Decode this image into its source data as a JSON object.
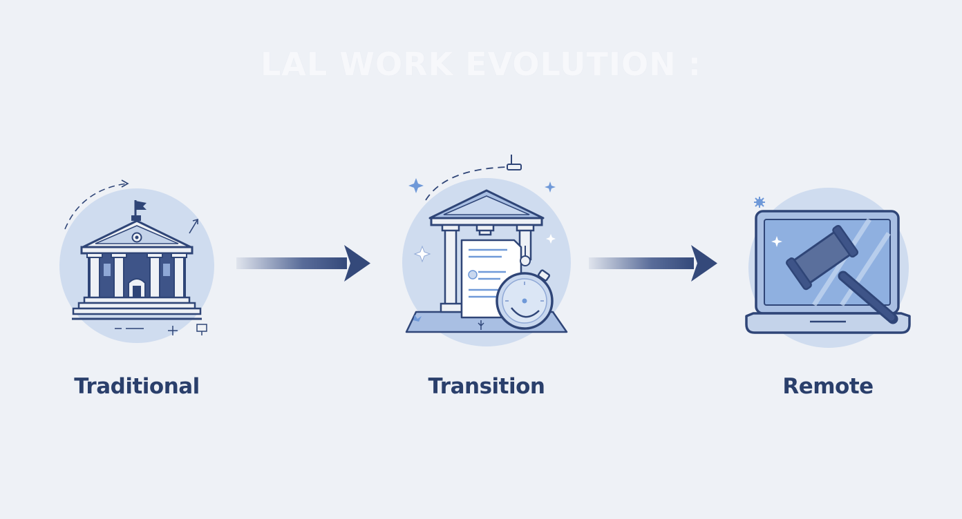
{
  "diagram": {
    "title": "LAL WORK EVOLUTION :",
    "stages": [
      {
        "label": "Traditional",
        "icon": "courthouse-icon"
      },
      {
        "label": "Transition",
        "icon": "courthouse-document-stopwatch-icon"
      },
      {
        "label": "Remote",
        "icon": "laptop-gavel-icon"
      }
    ],
    "connectors": [
      "arrow-right-icon",
      "arrow-right-icon"
    ],
    "colors": {
      "background": "#eef1f6",
      "circle": "#cfdcef",
      "outline": "#2f4577",
      "fill_light": "#a9bfe3",
      "fill_dark": "#3e5488",
      "accent": "#6f99d8",
      "label": "#2a3f6b"
    }
  }
}
